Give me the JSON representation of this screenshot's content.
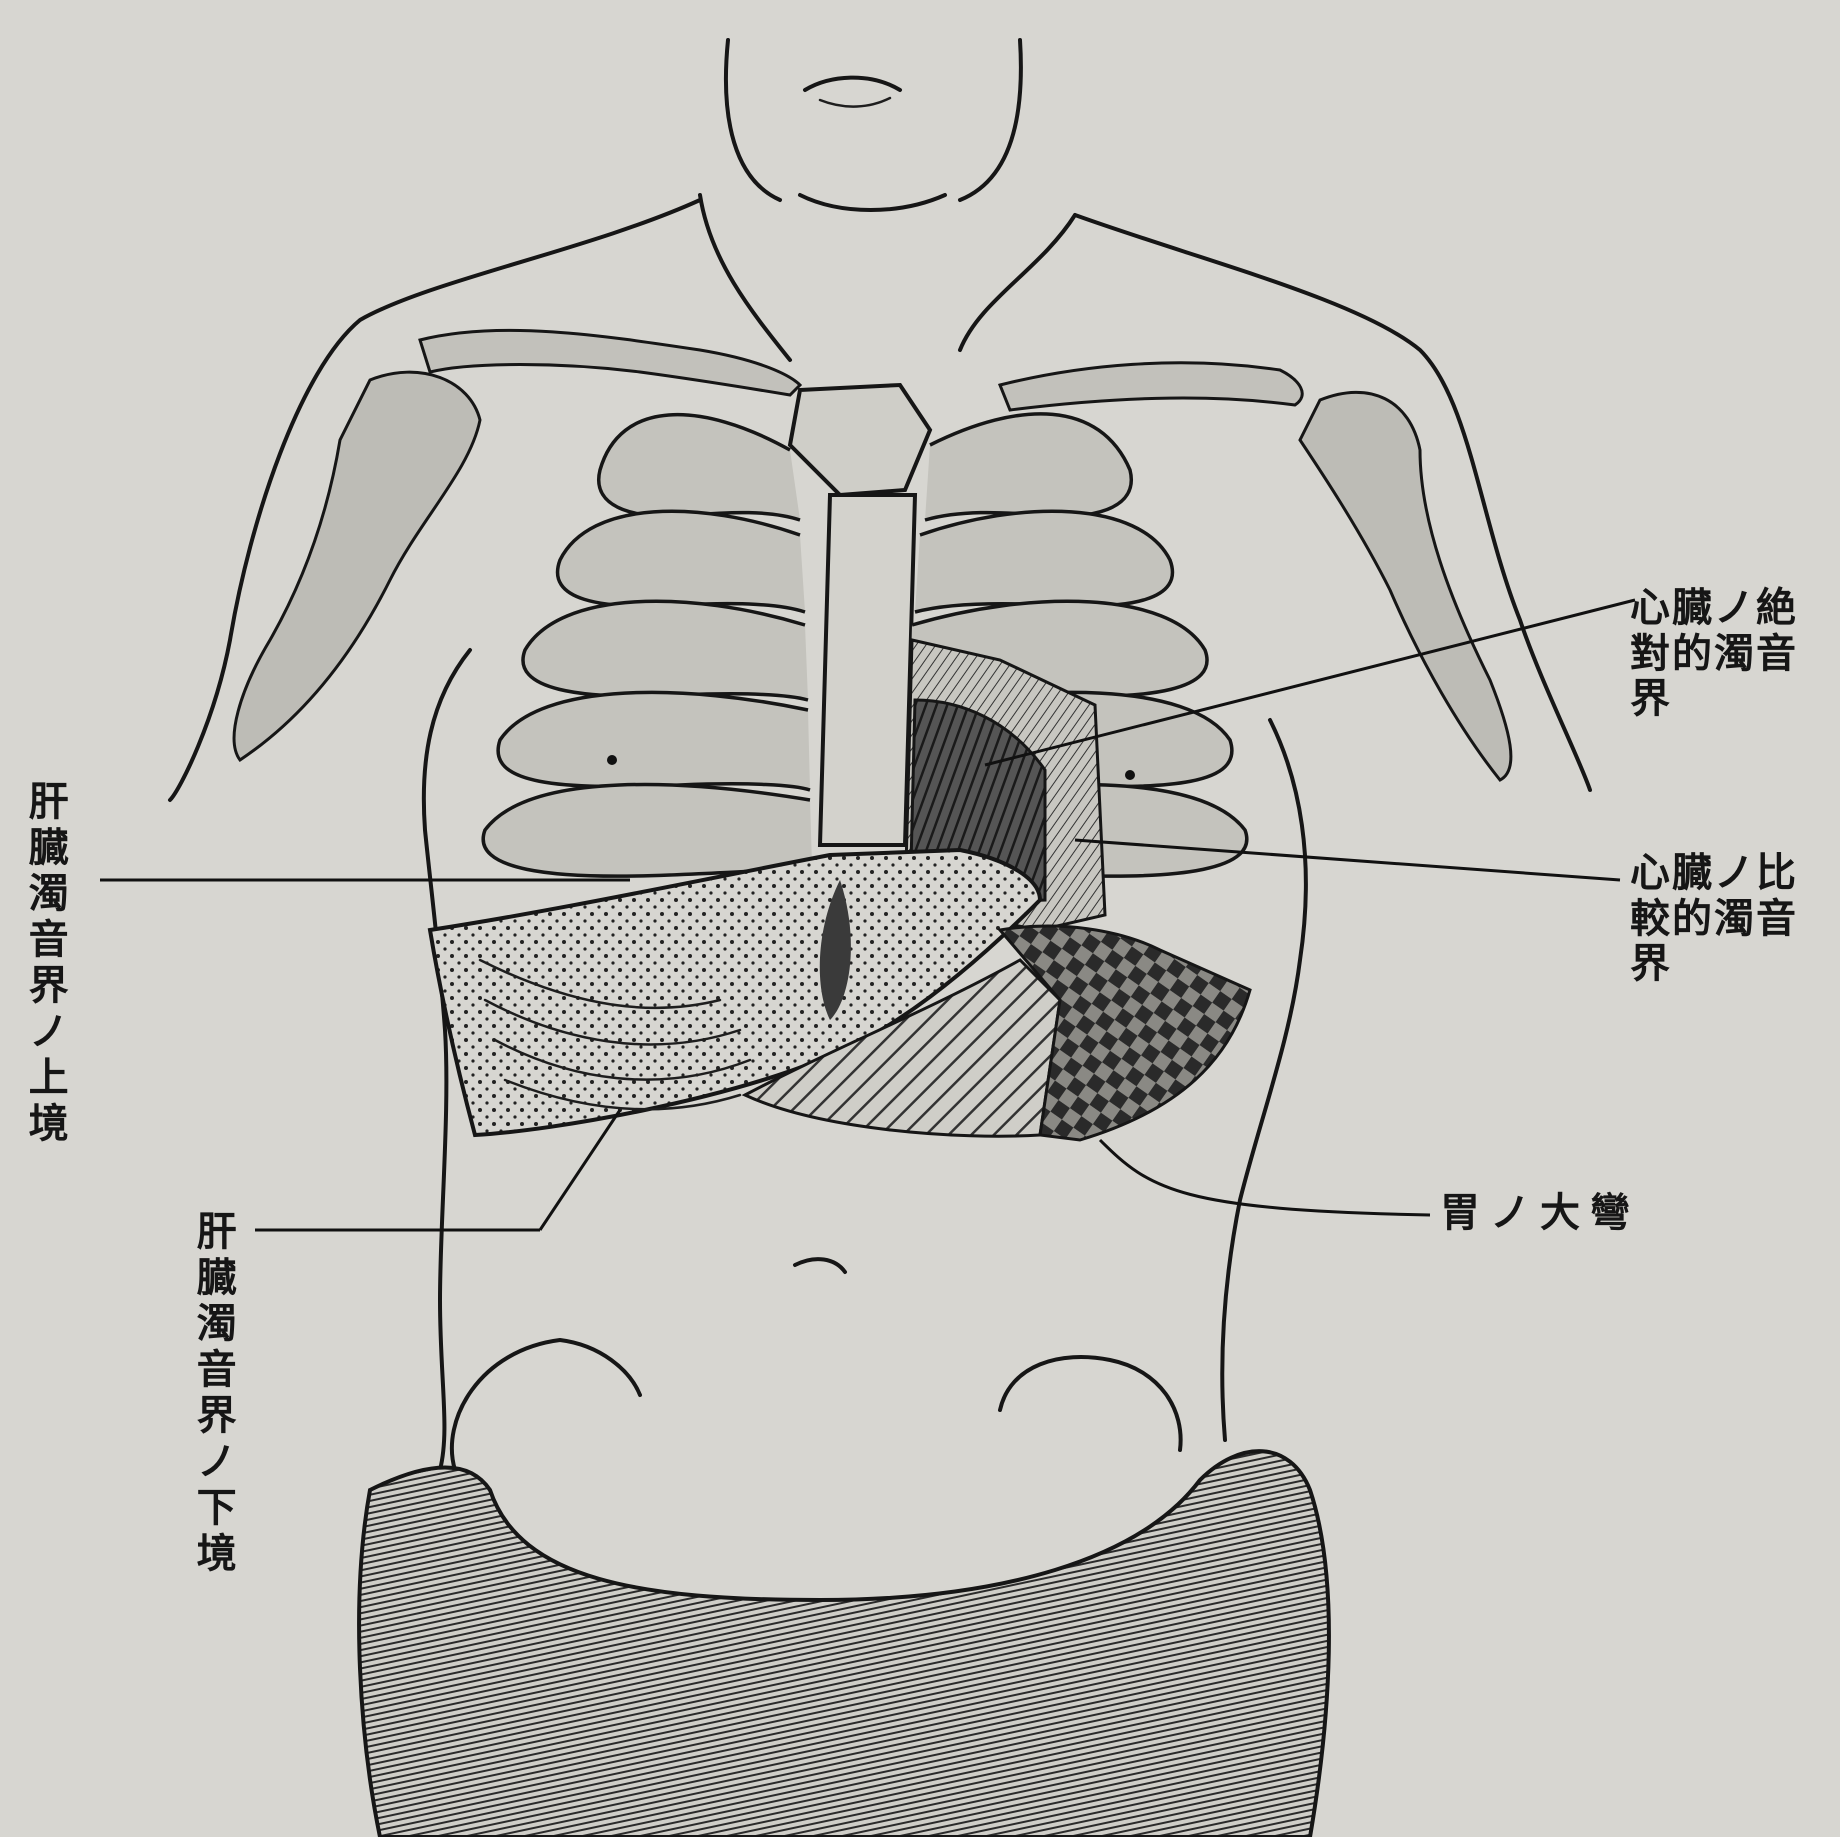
{
  "labels": {
    "heart_absolute": {
      "lines": [
        "心臓ノ絶",
        "對的濁音",
        "界"
      ]
    },
    "heart_relative": {
      "lines": [
        "心臓ノ比",
        "較的濁音",
        "界"
      ]
    },
    "liver_upper": "肝臓濁音界ノ上境",
    "liver_lower": "肝臓濁音界ノ下境",
    "stomach_curvature": "胃ノ大彎"
  },
  "colors": {
    "paper": "#d7d6d1",
    "ink": "#161616"
  }
}
